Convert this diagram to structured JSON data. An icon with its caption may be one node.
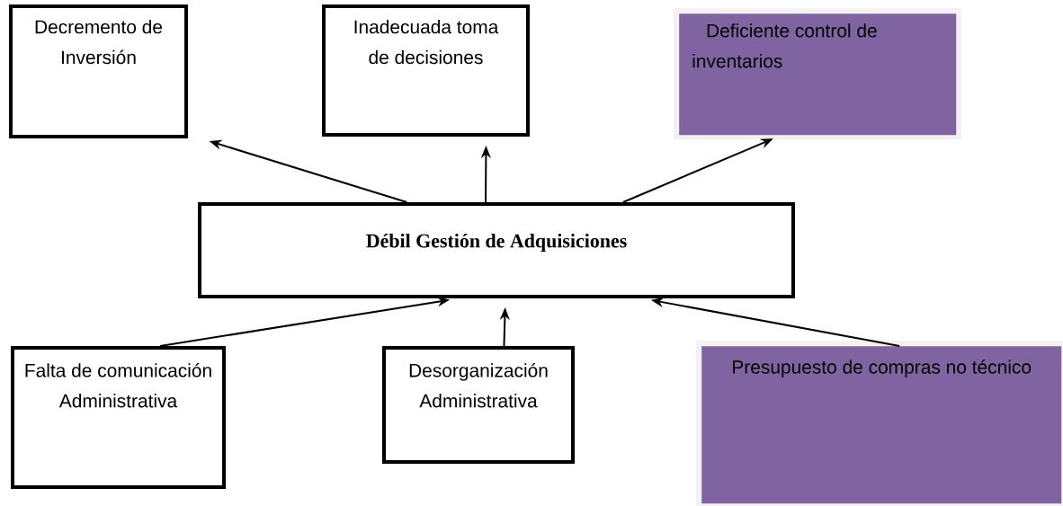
{
  "diagram": {
    "nodes": [
      {
        "text": [
          "Decremento de Inversión"
        ]
      },
      {
        "text": [
          "Inadecuada toma de decisiones"
        ]
      },
      {
        "text": [
          "Deficiente control de inventarios"
        ]
      },
      {
        "text": [
          "Débil Gestión de Adquisiciones"
        ]
      },
      {
        "text": [
          "Falta de comunicación Administrativa"
        ]
      },
      {
        "text": [
          "Desorganización Administrativa"
        ]
      },
      {
        "text": [
          "Presupuesto de compras no técnico"
        ]
      }
    ],
    "edges": [
      {
        "from": 3,
        "to": 0,
        "arrow": "to"
      },
      {
        "from": 3,
        "to": 1,
        "arrow": "to"
      },
      {
        "from": 3,
        "to": 2,
        "arrow": "to"
      },
      {
        "from": 4,
        "to": 3,
        "arrow": "to"
      },
      {
        "from": 5,
        "to": 3,
        "arrow": "to"
      },
      {
        "from": 6,
        "to": 3,
        "arrow": "to"
      }
    ]
  }
}
